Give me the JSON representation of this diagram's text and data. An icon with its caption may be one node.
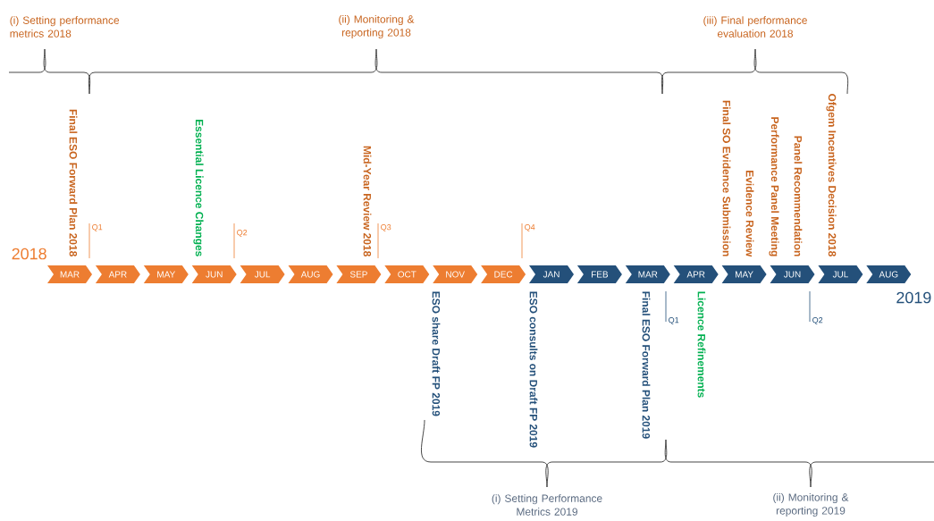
{
  "diagram": {
    "nodes": [
      {
        "text": [
          "MAR"
        ]
      },
      {
        "text": [
          "APR"
        ]
      },
      {
        "text": [
          "MAY"
        ]
      },
      {
        "text": [
          "JUN"
        ]
      },
      {
        "text": [
          "JUL"
        ]
      },
      {
        "text": [
          "AUG"
        ]
      },
      {
        "text": [
          "SEP"
        ]
      },
      {
        "text": [
          "OCT"
        ]
      },
      {
        "text": [
          "NOV"
        ]
      },
      {
        "text": [
          "DEC"
        ]
      },
      {
        "text": [
          "JAN"
        ]
      },
      {
        "text": [
          "FEB"
        ]
      },
      {
        "text": [
          "MAR"
        ]
      },
      {
        "text": [
          "APR"
        ]
      },
      {
        "text": [
          "MAY"
        ]
      },
      {
        "text": [
          "JUN"
        ]
      },
      {
        "text": [
          "JUL"
        ]
      },
      {
        "text": [
          "AUG"
        ]
      }
    ],
    "labels": [
      "(i) Setting performance metrics 2018",
      "(ii) Monitoring & reporting 2018",
      "(iii) Final performance evaluation 2018",
      "Final ESO  Forward Plan 2018",
      "Essential Licence Changes",
      "Mid-Year Review 2018",
      "Final SO Evidence Submission",
      "Evidence Review",
      "Performance Panel  Meeting",
      "Panel Recommendation",
      "Ofgem Incentives Decision 2018",
      "Q1",
      "Q2",
      "Q3",
      "Q4",
      "2018",
      "2019",
      "ESO share Draft FP 2019",
      "ESO consults on Draft FP 2019",
      "Final ESO Forward Plan 2019",
      "Q1",
      "Licence Refinements",
      "Q2",
      "(i) Setting Performance Metrics 2019",
      "(ii) Monitoring & reporting 2019"
    ]
  }
}
